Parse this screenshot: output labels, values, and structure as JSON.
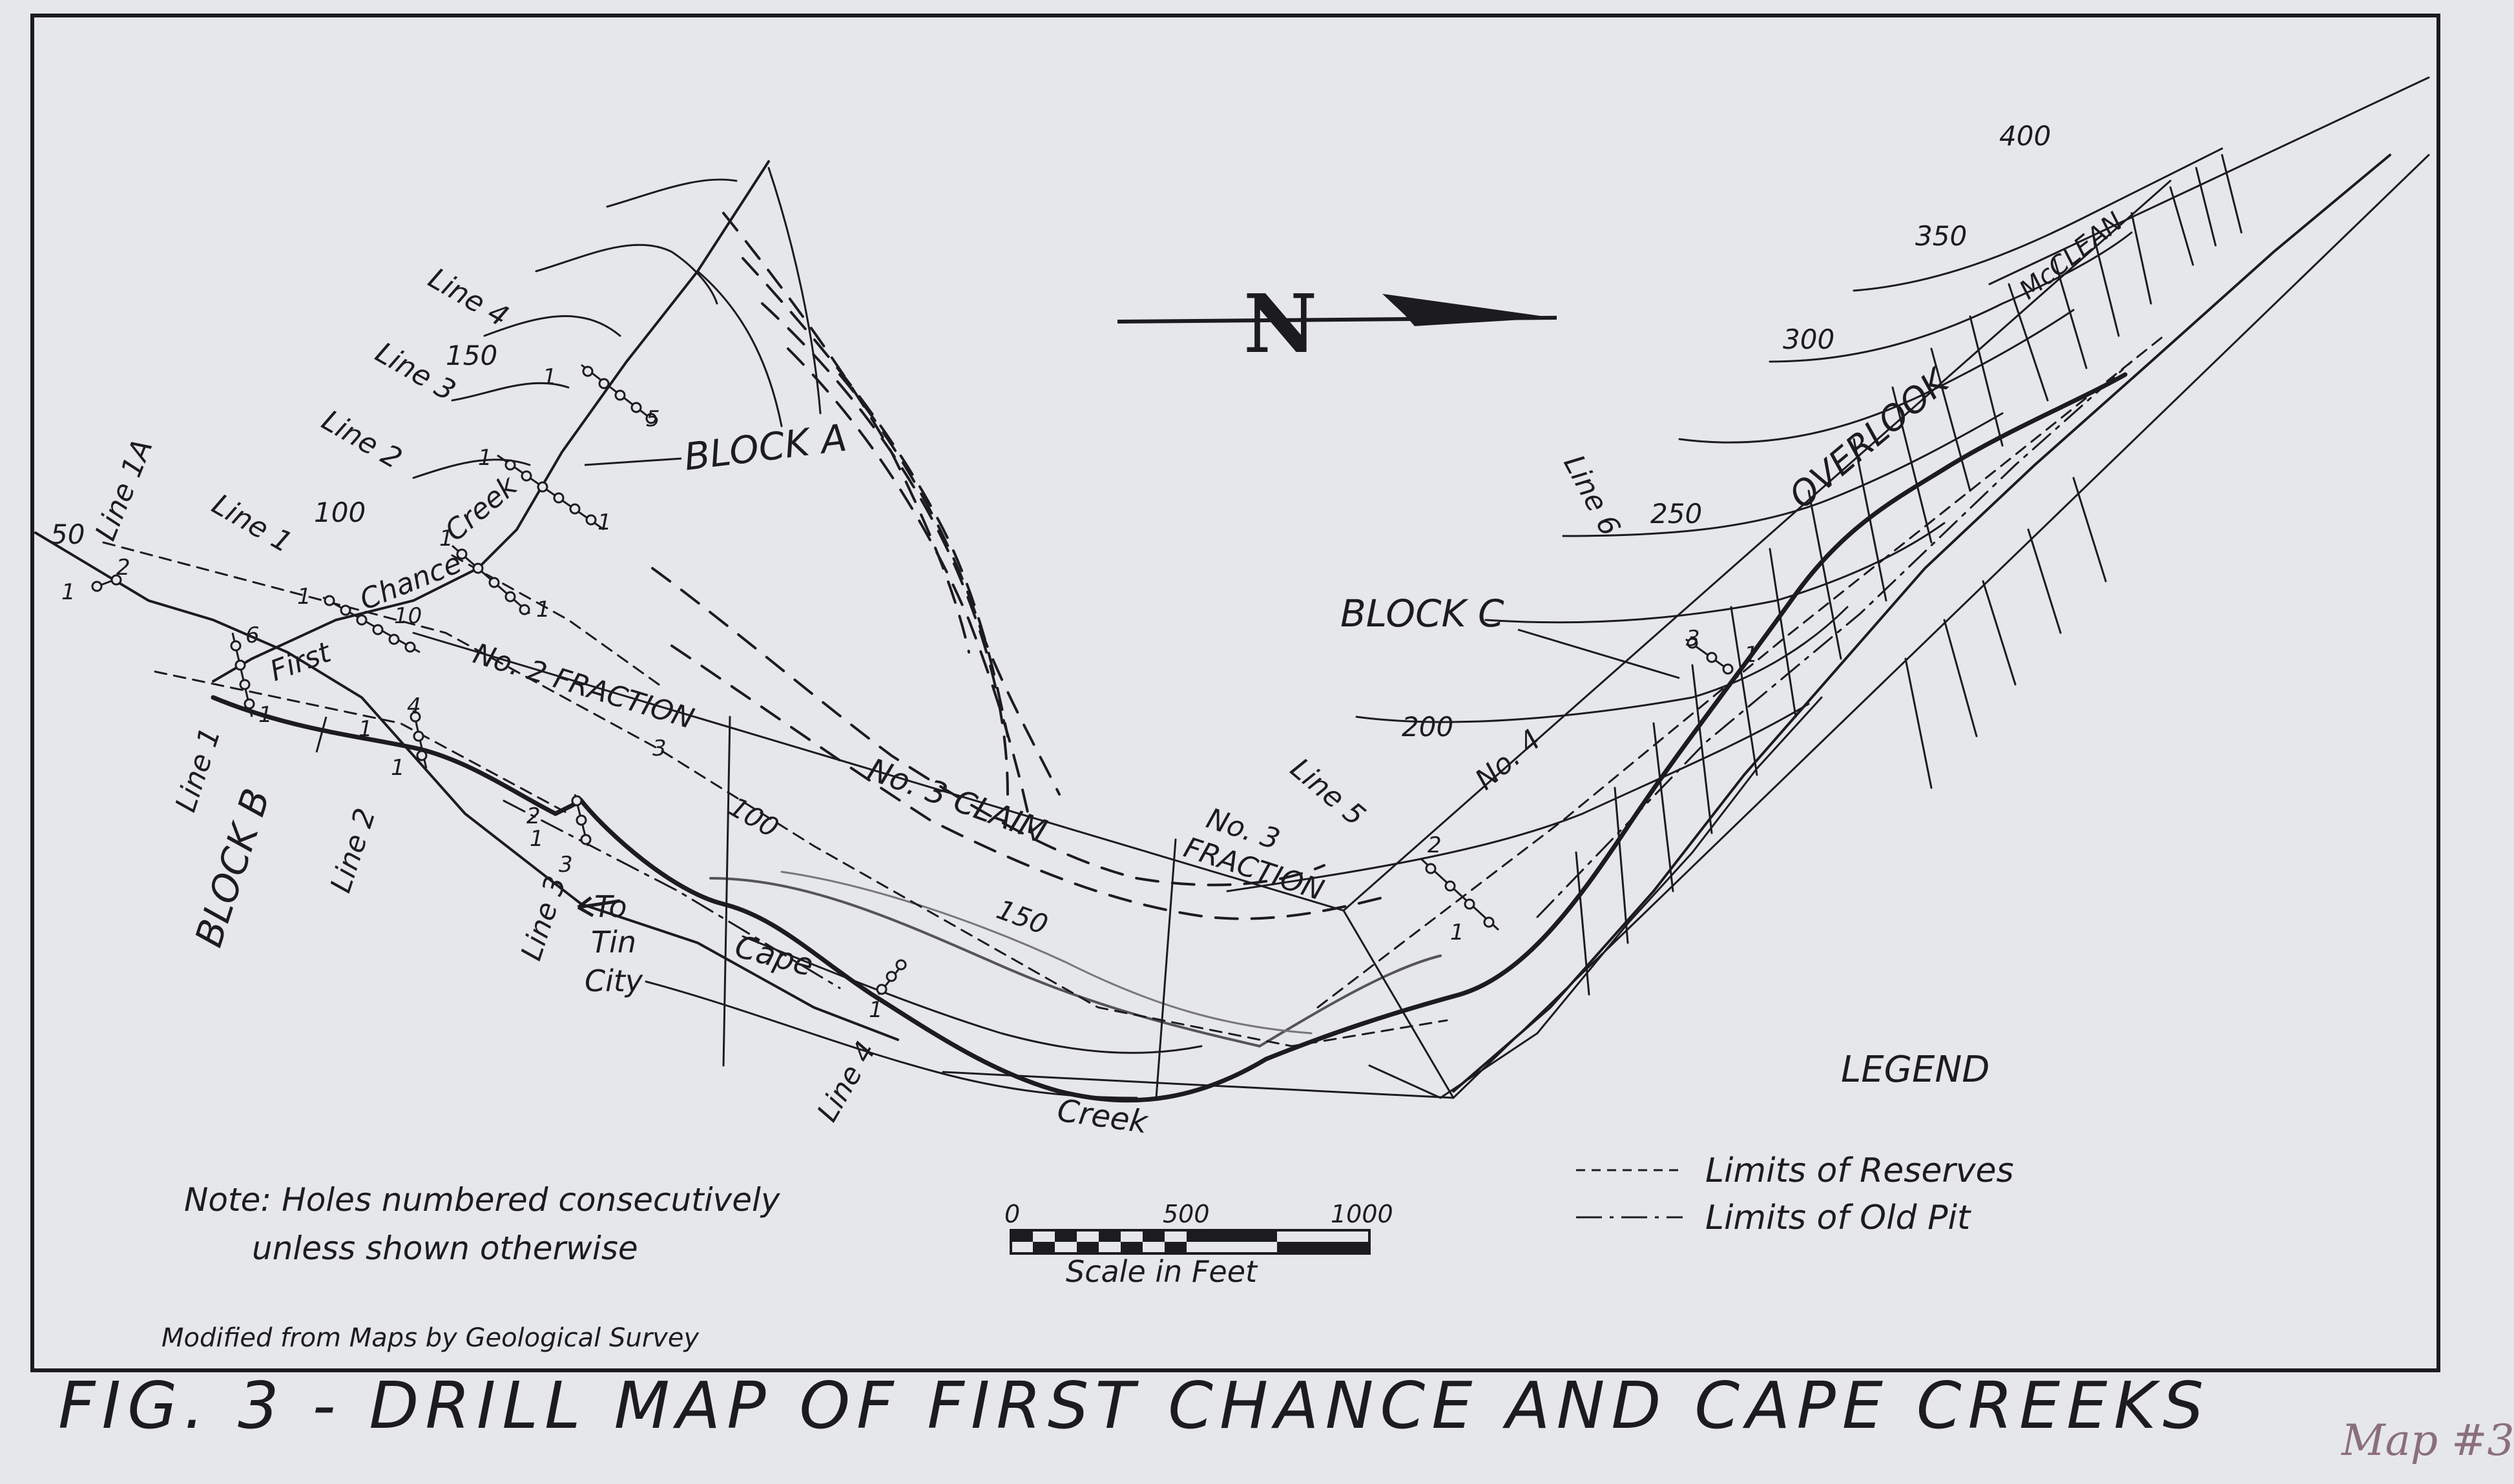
{
  "title": "FIG. 3 - DRILL MAP OF FIRST CHANCE AND CAPE CREEKS",
  "stamp": "Map #3",
  "north_label": "N",
  "blocks": {
    "a": "BLOCK A",
    "b": "BLOCK B",
    "c": "BLOCK C"
  },
  "claims": {
    "no2_fraction": "No. 2 FRACTION",
    "no3_claim": "No. 3 CLAIM",
    "no3_fraction_1": "No. 3",
    "no3_fraction_2": "FRACTION",
    "no4": "No. 4"
  },
  "creeks": {
    "first": "First",
    "chance": "Chance",
    "creek_upper": "Creek",
    "cape": "Cape",
    "creek_lower": "Creek"
  },
  "overlook": "OVERLOOK",
  "mcclean": "McCLEAN",
  "to_tin_city": [
    "To",
    "Tin",
    "City"
  ],
  "contours": [
    "50",
    "100",
    "150",
    "100",
    "150",
    "200",
    "250",
    "300",
    "350",
    "400"
  ],
  "drill_lines": {
    "line_1a": "Line 1A",
    "line_4_top": "Line 4",
    "line_3_top": "Line 3",
    "line_2_top": "Line 2",
    "line_1_top": "Line 1",
    "line_1_b": "Line 1",
    "line_2_b": "Line 2",
    "line_3_b": "Line 3",
    "line_4_b": "Line 4",
    "line_5": "Line 5",
    "line_6": "Line 6"
  },
  "hole_numbers": [
    "1",
    "2",
    "1",
    "5",
    "1",
    "1",
    "1",
    "1",
    "1",
    "6",
    "1",
    "10",
    "4",
    "1",
    "1",
    "3",
    "2",
    "1",
    "3",
    "1",
    "2",
    "1",
    "3",
    "1",
    "1"
  ],
  "note": {
    "line1": "Note:  Holes numbered consecutively",
    "line2": "unless shown otherwise"
  },
  "credit": "Modified from Maps by Geological Survey",
  "scale": {
    "ticks": [
      "0",
      "500",
      "1000"
    ],
    "label": "Scale in Feet"
  },
  "legend": {
    "title": "LEGEND",
    "items": [
      {
        "label": "Limits of Reserves",
        "style": "dashed"
      },
      {
        "label": "Limits of Old Pit",
        "style": "dash-dot"
      }
    ]
  },
  "colors": {
    "paper": "#e6e7ea",
    "ink": "#1c1c1e",
    "stamp": "#8a6f7a"
  }
}
